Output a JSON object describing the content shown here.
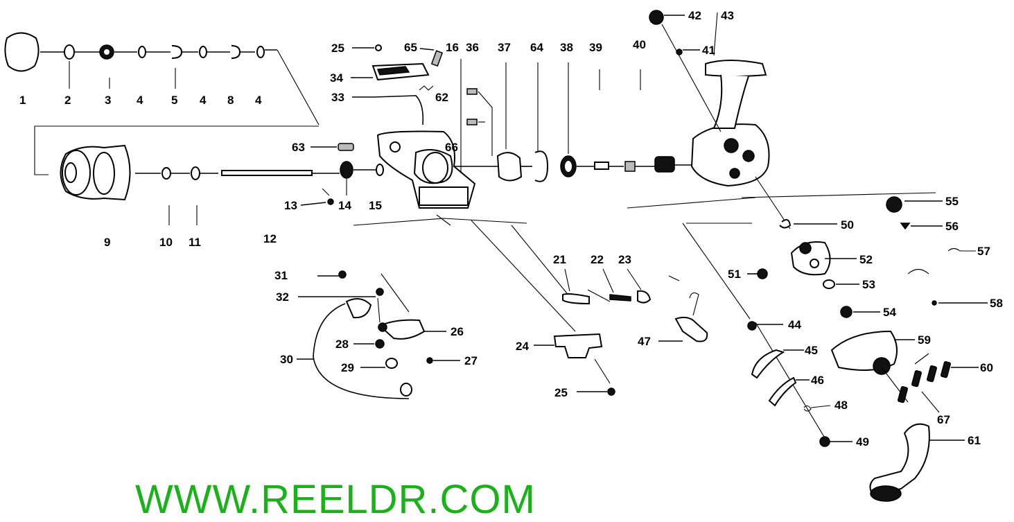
{
  "watermark": "WWW.REELDR.COM",
  "watermark_color": "#19b219",
  "callouts": {
    "c1": "1",
    "c2": "2",
    "c3": "3",
    "c4a": "4",
    "c5": "5",
    "c4b": "4",
    "c8": "8",
    "c4c": "4",
    "c9": "9",
    "c10": "10",
    "c11": "11",
    "c12": "12",
    "c13": "13",
    "c14": "14",
    "c15": "15",
    "c16": "16",
    "c21": "21",
    "c22": "22",
    "c23": "23",
    "c24": "24",
    "c25a": "25",
    "c25b": "25",
    "c26": "26",
    "c27": "27",
    "c28": "28",
    "c29": "29",
    "c30": "30",
    "c31": "31",
    "c32": "32",
    "c33": "33",
    "c34": "34",
    "c36": "36",
    "c37": "37",
    "c38": "38",
    "c39": "39",
    "c40": "40",
    "c41": "41",
    "c42": "42",
    "c43": "43",
    "c44": "44",
    "c45": "45",
    "c46": "46",
    "c47": "47",
    "c48": "48",
    "c49": "49",
    "c50": "50",
    "c51": "51",
    "c52": "52",
    "c53": "53",
    "c54": "54",
    "c55": "55",
    "c56": "56",
    "c57": "57",
    "c58": "58",
    "c59": "59",
    "c60": "60",
    "c61": "61",
    "c62": "62",
    "c63": "63",
    "c64": "64",
    "c65": "65",
    "c66": "66",
    "c67": "67"
  }
}
